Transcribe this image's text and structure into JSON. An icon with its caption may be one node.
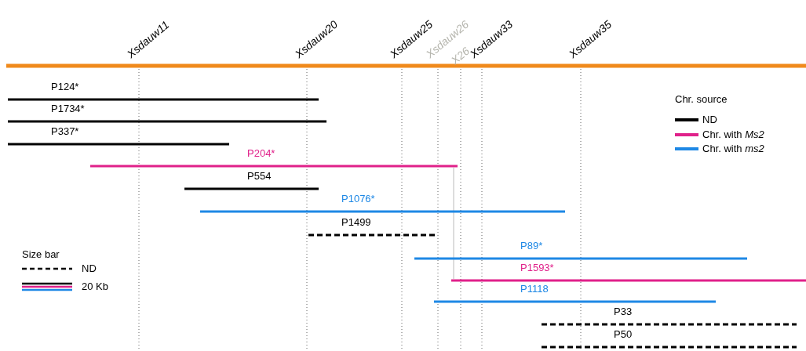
{
  "diagram": {
    "labels": [
      "Xsdauw11",
      "Xsdauw20",
      "Xsdauw25",
      "Xsdauw26",
      "X26",
      "Xsdauw33",
      "Xsdauw35",
      "P124*",
      "P1734*",
      "P337*",
      "Chr. source",
      "P204*",
      "P554",
      "P1076*",
      "P1499",
      "Size bar",
      "P89*",
      "P1593*",
      "P1118",
      "P33",
      "P50"
    ],
    "legend": [
      {
        "text": "ND",
        "color": "#000000"
      },
      {
        "text": "Chr. with *Ms2*",
        "color": "#e0218a"
      },
      {
        "text": "Chr. with *ms2*",
        "color": "#1e88e5"
      },
      {
        "text": "ND"
      },
      {
        "text": "20 Kb"
      }
    ]
  }
}
